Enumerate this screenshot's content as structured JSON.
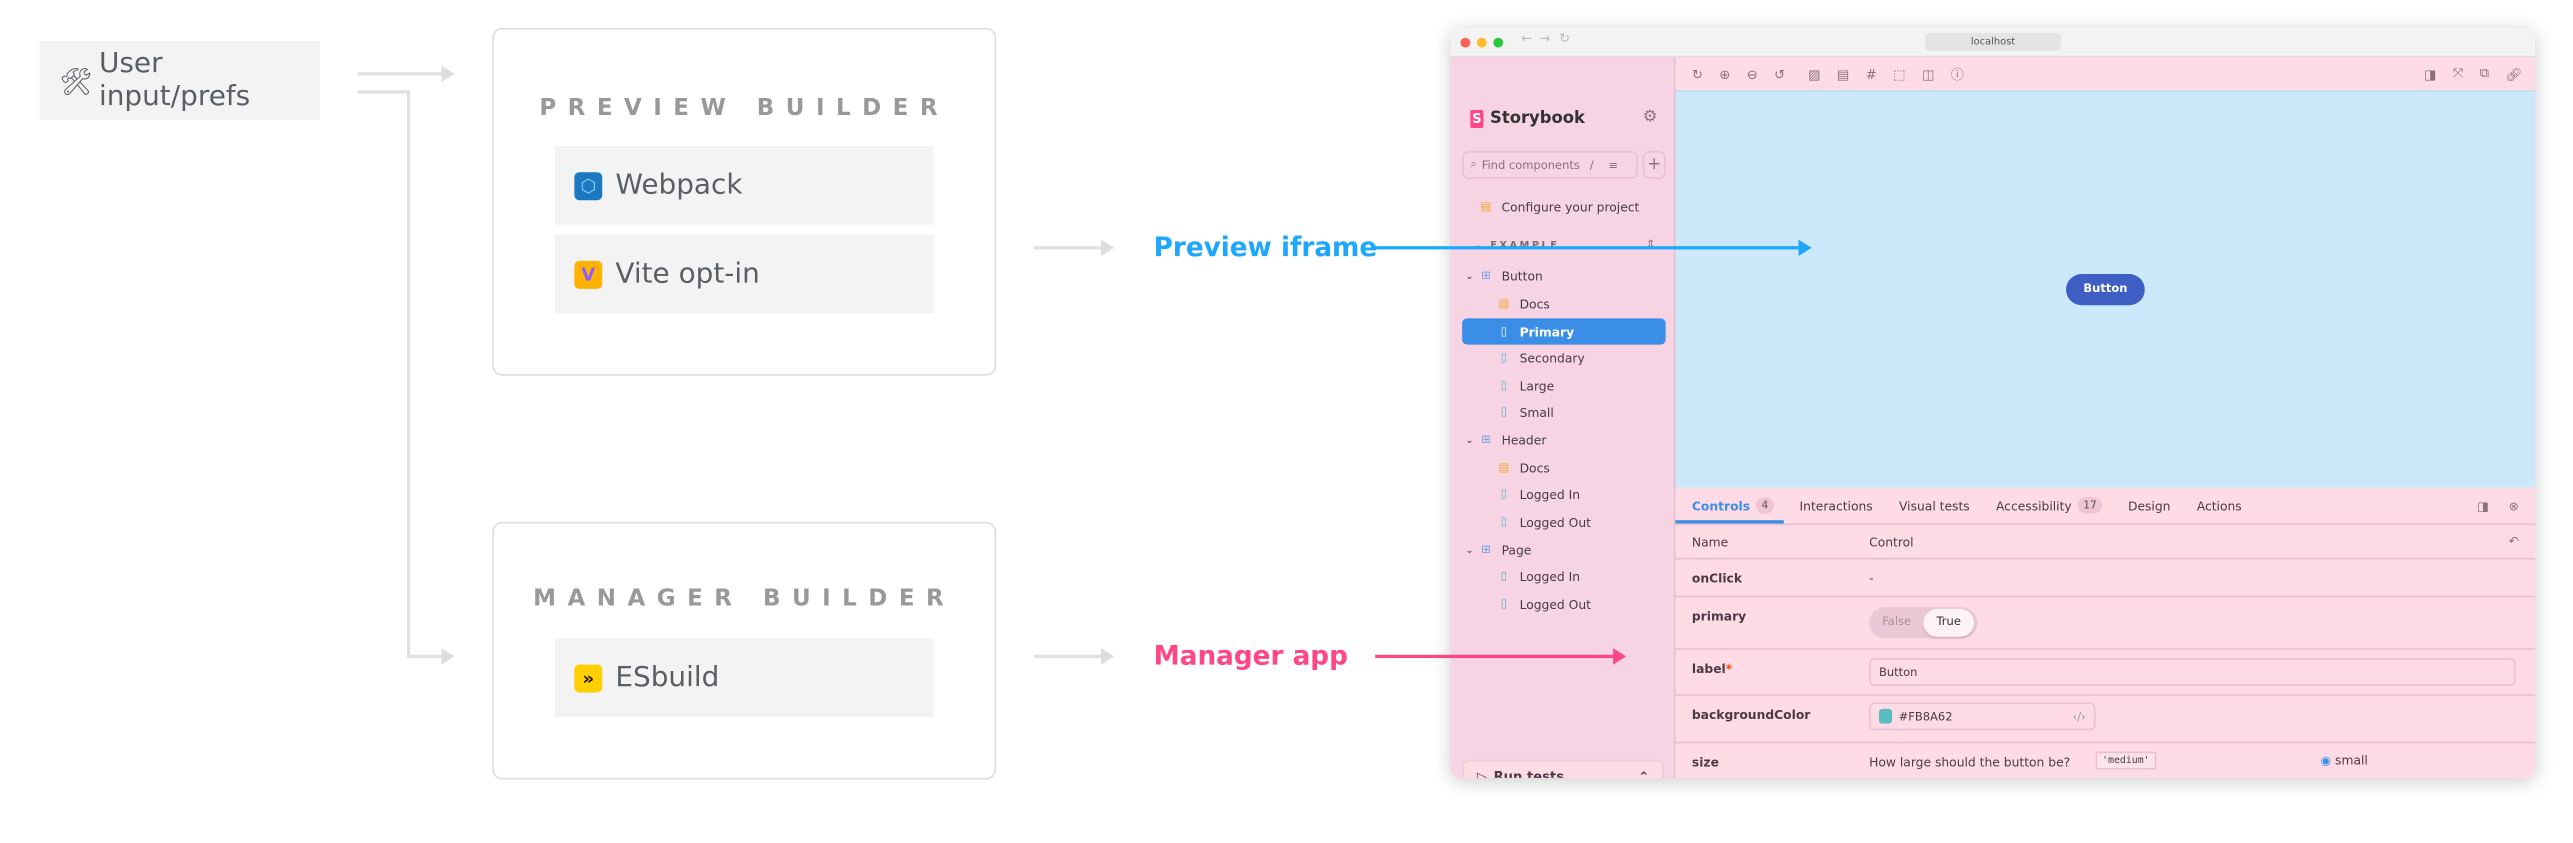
{
  "diagram": {
    "user_input": {
      "icon": "tools-icon",
      "label": "User input/prefs"
    },
    "preview_builder": {
      "title": "PREVIEW BUILDER",
      "items": [
        {
          "icon": "webpack-icon",
          "label": "Webpack"
        },
        {
          "icon": "vite-icon",
          "label": "Vite opt-in"
        }
      ]
    },
    "manager_builder": {
      "title": "MANAGER BUILDER",
      "items": [
        {
          "icon": "esbuild-icon",
          "label": "ESbuild"
        }
      ]
    },
    "preview_output": "Preview iframe",
    "manager_output": "Manager app",
    "colors": {
      "preview": "#1ea7fd",
      "manager": "#ff4785",
      "connector": "#e0e0e0"
    }
  },
  "browser": {
    "url": "localhost",
    "sidebar": {
      "brand": "Storybook",
      "search_placeholder": "Find components",
      "search_shortcut": "/",
      "configure": "Configure your project",
      "group": "EXAMPLE",
      "tree": [
        {
          "label": "Button",
          "kind": "component"
        },
        {
          "label": "Docs",
          "kind": "docs"
        },
        {
          "label": "Primary",
          "kind": "story",
          "selected": true
        },
        {
          "label": "Secondary",
          "kind": "story"
        },
        {
          "label": "Large",
          "kind": "story"
        },
        {
          "label": "Small",
          "kind": "story"
        },
        {
          "label": "Header",
          "kind": "component"
        },
        {
          "label": "Docs",
          "kind": "docs"
        },
        {
          "label": "Logged In",
          "kind": "story"
        },
        {
          "label": "Logged Out",
          "kind": "story"
        },
        {
          "label": "Page",
          "kind": "component"
        },
        {
          "label": "Logged In",
          "kind": "story"
        },
        {
          "label": "Logged Out",
          "kind": "story"
        }
      ],
      "run_tests": "Run tests"
    },
    "preview": {
      "button_label": "Button"
    },
    "panel": {
      "tabs": [
        {
          "label": "Controls",
          "badge": "4",
          "active": true
        },
        {
          "label": "Interactions"
        },
        {
          "label": "Visual tests"
        },
        {
          "label": "Accessibility",
          "badge": "17"
        },
        {
          "label": "Design"
        },
        {
          "label": "Actions"
        }
      ],
      "header": {
        "name": "Name",
        "control": "Control"
      },
      "rows": {
        "onClick": {
          "name": "onClick",
          "value": "-"
        },
        "primary": {
          "name": "primary",
          "false": "False",
          "true": "True"
        },
        "label": {
          "name": "label",
          "required": "*",
          "value": "Button"
        },
        "backgroundColor": {
          "name": "backgroundColor",
          "value": "#FB8A62",
          "swatch": "#5bbcc0"
        },
        "size": {
          "name": "size",
          "description": "How large should the button be?",
          "default": "'medium'",
          "option": "small"
        }
      }
    }
  }
}
